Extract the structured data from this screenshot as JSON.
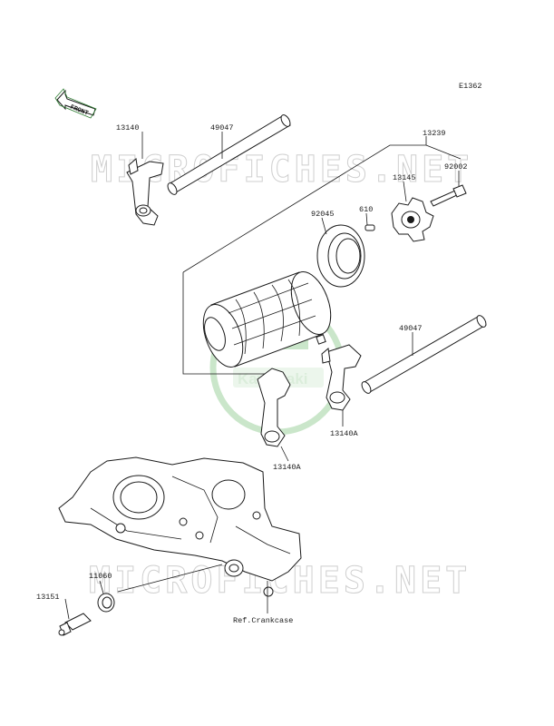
{
  "diagram_code": "E1362",
  "front_label": "FRONT",
  "watermark": {
    "text": "MICROFICHES.NET",
    "logo_text": "Kawasaki",
    "color": "#d0d0d0",
    "logo_color": "#9fd29f"
  },
  "parts": [
    {
      "id": "13140",
      "label": "13140"
    },
    {
      "id": "49047-upper",
      "label": "49047"
    },
    {
      "id": "13239",
      "label": "13239"
    },
    {
      "id": "13145",
      "label": "13145"
    },
    {
      "id": "92002",
      "label": "92002"
    },
    {
      "id": "92045",
      "label": "92045"
    },
    {
      "id": "610",
      "label": "610"
    },
    {
      "id": "49047-lower",
      "label": "49047"
    },
    {
      "id": "13140A-right",
      "label": "13140A"
    },
    {
      "id": "13140A-left",
      "label": "13140A"
    },
    {
      "id": "11060",
      "label": "11060"
    },
    {
      "id": "13151",
      "label": "13151"
    }
  ],
  "reference_label": "Ref.Crankcase"
}
